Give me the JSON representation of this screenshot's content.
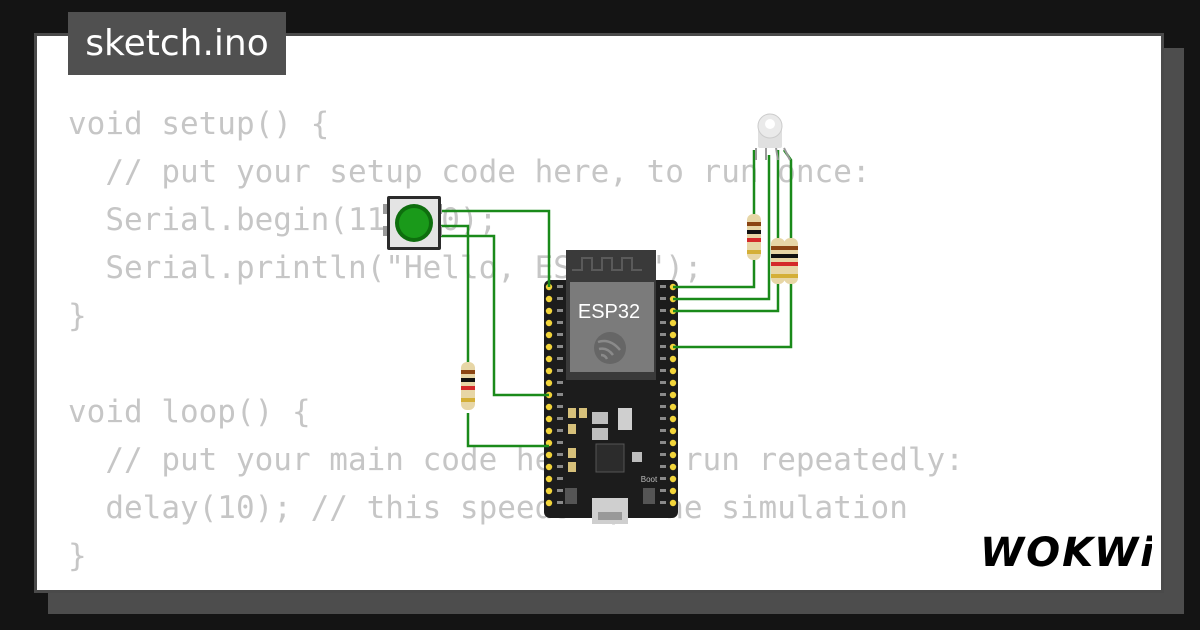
{
  "sketch": {
    "filename": "sketch.ino"
  },
  "code_lines": [
    "void setup() {",
    "  // put your setup code here, to run once:",
    "  Serial.begin(115200);",
    "  Serial.println(\"Hello, ESP32!\");",
    "}",
    "",
    "void loop() {",
    "  // put your main code here, to run repeatedly:",
    "  delay(10); // this speeds up the simulation",
    "}"
  ],
  "board": {
    "label": "ESP32",
    "boot_label": "Boot"
  },
  "brand": {
    "logo": "WOKWi"
  },
  "colors": {
    "background": "#141414",
    "card": "#ffffff",
    "tab": "#505050",
    "code_text": "#c6c6c6",
    "wire": "#1a8a1a",
    "board": "#1c1c1c",
    "pin": "#f2d43a",
    "button_cap": "#138a13"
  }
}
